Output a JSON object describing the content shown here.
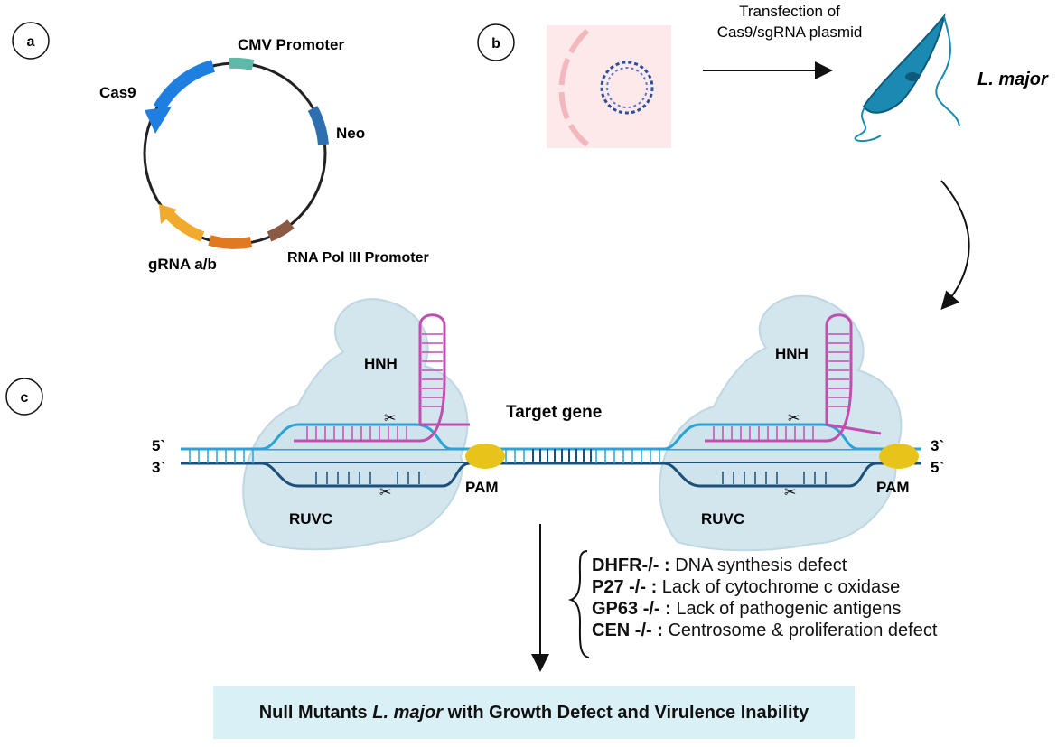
{
  "panels": {
    "a": "a",
    "b": "b",
    "c": "c"
  },
  "plasmid": {
    "cmv_promoter": "CMV Promoter",
    "cas9": "Cas9",
    "neo": "Neo",
    "rna_pol3_promoter": "RNA Pol III Promoter",
    "grna": "gRNA a/b"
  },
  "transfection": {
    "line1": "Transfection of",
    "line2": "Cas9/sgRNA plasmid",
    "organism": "L. major"
  },
  "crispr": {
    "hnh": "HNH",
    "ruvc": "RUVC",
    "pam": "PAM",
    "target_gene": "Target gene",
    "five_prime": "5`",
    "three_prime": "3`"
  },
  "mutants": [
    {
      "gene": "DHFR-/- :",
      "effect": " DNA synthesis defect"
    },
    {
      "gene": "P27 -/- :",
      "effect": " Lack of cytochrome c oxidase"
    },
    {
      "gene": "GP63 -/- :",
      "effect": " Lack of pathogenic antigens"
    },
    {
      "gene": "CEN -/- :",
      "effect": " Centrosome & proliferation defect"
    }
  ],
  "footer": {
    "prefix": "Null Mutants ",
    "organism": "L. major",
    "suffix": " with Growth Defect and Virulence Inability"
  },
  "colors": {
    "cas9_blob": "#cfe3ec",
    "dna_light": "#2aa3d6",
    "dna_dark": "#1c4f7a",
    "guide_rna": "#c04fb0",
    "pam": "#e8c41a",
    "cas9_gene": "#1e7fe0",
    "grna_gene": "#f0aa2e"
  }
}
